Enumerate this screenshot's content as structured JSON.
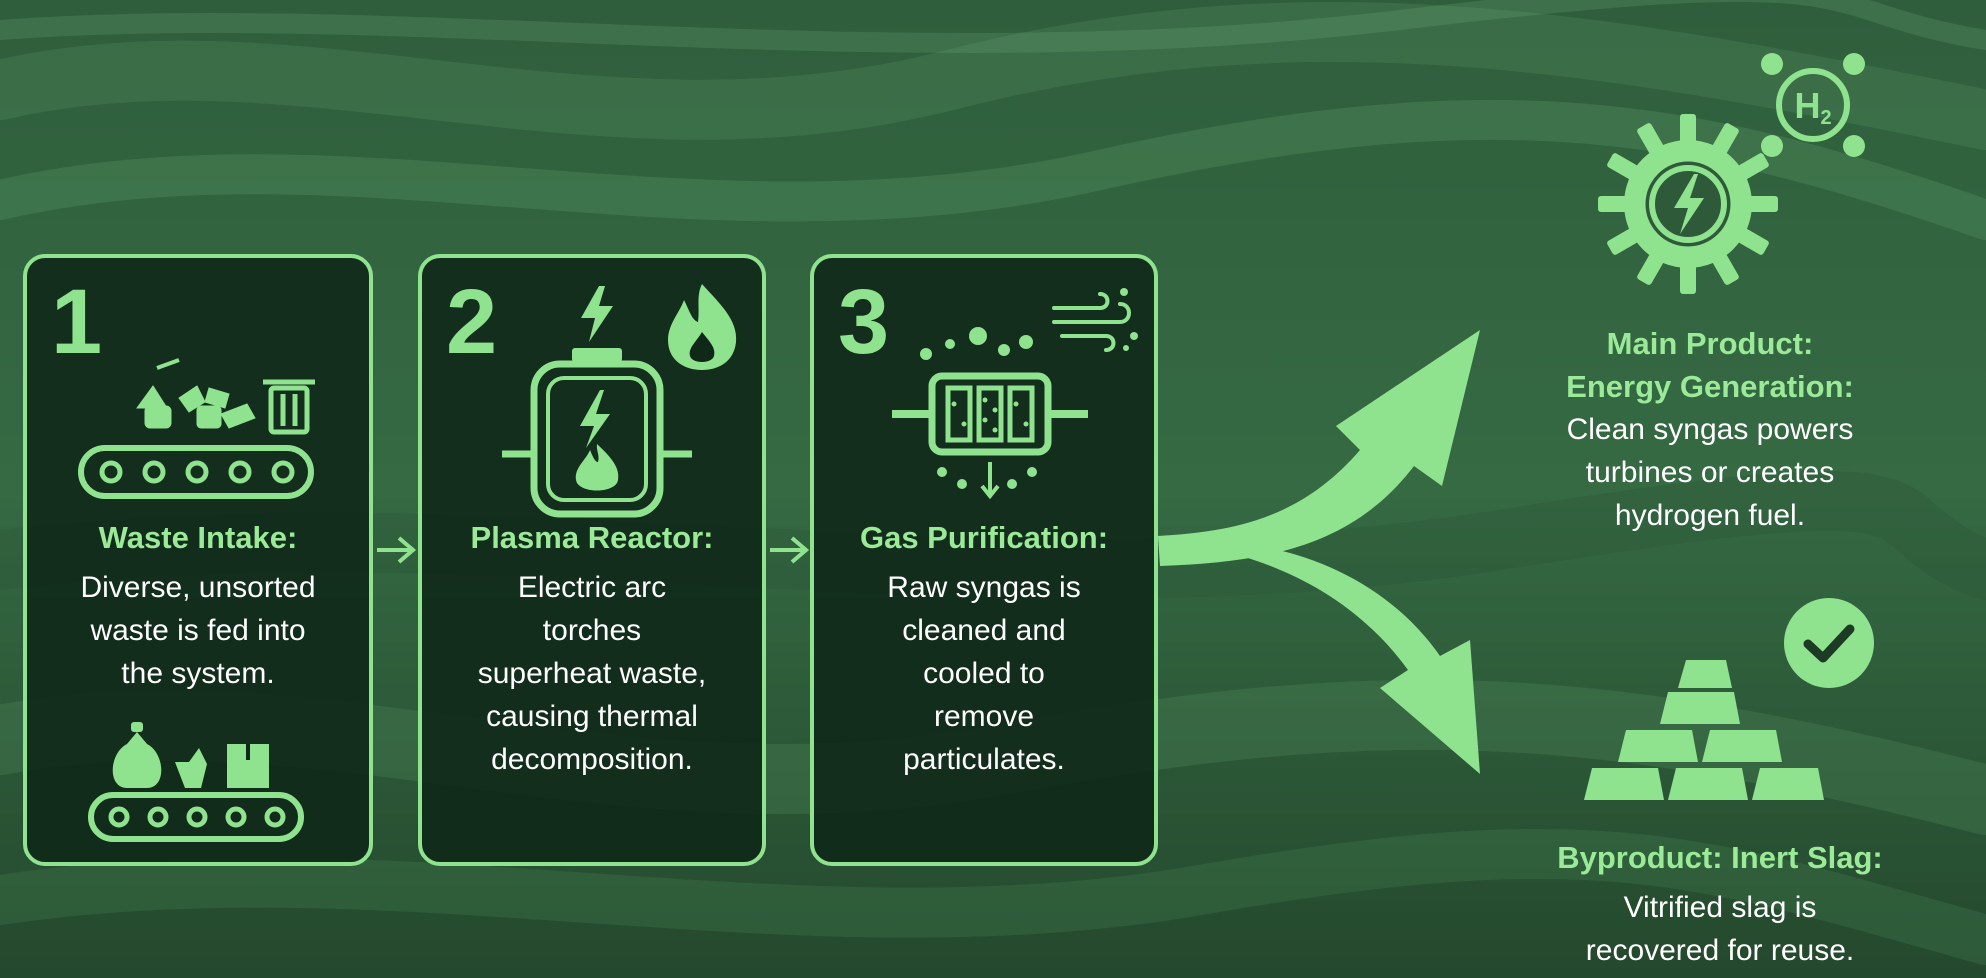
{
  "colors": {
    "accent": "#8fe38e",
    "card_bg": "#102818",
    "text": "#ffffff",
    "background": "#2e5a3a"
  },
  "steps": [
    {
      "number": "1",
      "title": "Waste Intake:",
      "description_lines": [
        "Diverse, unsorted",
        "waste is fed into",
        "the system."
      ],
      "icons": [
        "trash-icon",
        "conveyor-belt-icon",
        "waste-bag-icon",
        "box-icon"
      ]
    },
    {
      "number": "2",
      "title": "Plasma Reactor:",
      "description_lines": [
        "Electric arc",
        "torches",
        "superheat waste,",
        "causing thermal",
        "decomposition."
      ],
      "icons": [
        "lightning-icon",
        "flame-icon",
        "reactor-icon"
      ]
    },
    {
      "number": "3",
      "title": "Gas Purification:",
      "description_lines": [
        "Raw syngas is",
        "cleaned and",
        "cooled to",
        "remove",
        "particulates."
      ],
      "icons": [
        "airflow-icon",
        "filter-icon"
      ]
    }
  ],
  "outputs": {
    "main": {
      "title_lines": [
        "Main Product:",
        "Energy Generation:"
      ],
      "description_lines": [
        "Clean syngas powers",
        "turbines or creates",
        "hydrogen fuel."
      ],
      "h2_label": "H",
      "h2_subscript": "2",
      "icons": [
        "gear-lightning-icon",
        "hydrogen-molecule-icon"
      ]
    },
    "byproduct": {
      "title_lines": [
        "Byproduct: Inert Slag:"
      ],
      "description_lines": [
        "Vitrified slag is",
        "recovered for reuse."
      ],
      "icons": [
        "slag-ingots-icon",
        "checkmark-icon"
      ]
    }
  }
}
